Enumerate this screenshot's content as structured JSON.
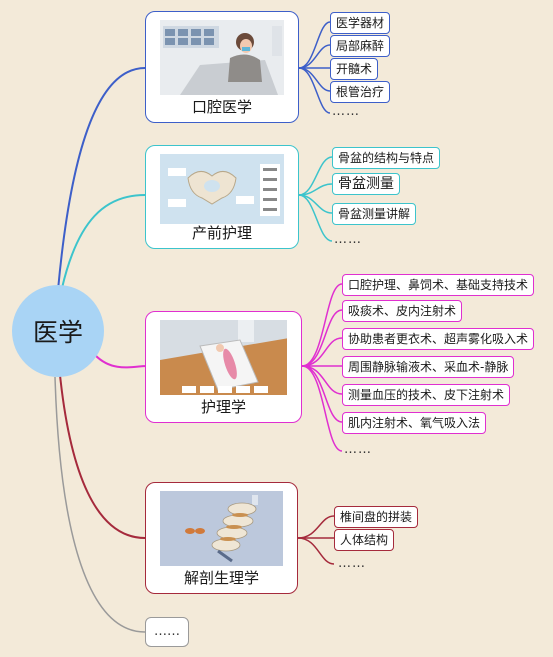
{
  "root": {
    "label": "医学"
  },
  "colors": {
    "dental": "#3d5fc9",
    "prenatal": "#3cc4cc",
    "nursing": "#e02fd0",
    "anatomy": "#a52a3c",
    "more": "#9a9a9a"
  },
  "branches": [
    {
      "label": "口腔医学",
      "leaves": [
        "医学器材",
        "局部麻醉",
        "开髓术",
        "根管治疗",
        "……"
      ]
    },
    {
      "label": "产前护理",
      "leaves": [
        "骨盆的结构与特点",
        "骨盆测量",
        "骨盆测量讲解",
        "……"
      ]
    },
    {
      "label": "护理学",
      "leaves": [
        "口腔护理、鼻饲术、基础支持技术",
        "吸痰术、皮内注射术",
        "协助患者更衣术、超声雾化吸入术",
        "周围静脉输液术、采血术-静脉",
        "测量血压的技术、皮下注射术",
        "肌内注射术、氧气吸入法",
        "……"
      ]
    },
    {
      "label": "解剖生理学",
      "leaves": [
        "椎间盘的拼装",
        "人体结构",
        "……"
      ]
    },
    {
      "label": "……",
      "leaves": []
    }
  ]
}
